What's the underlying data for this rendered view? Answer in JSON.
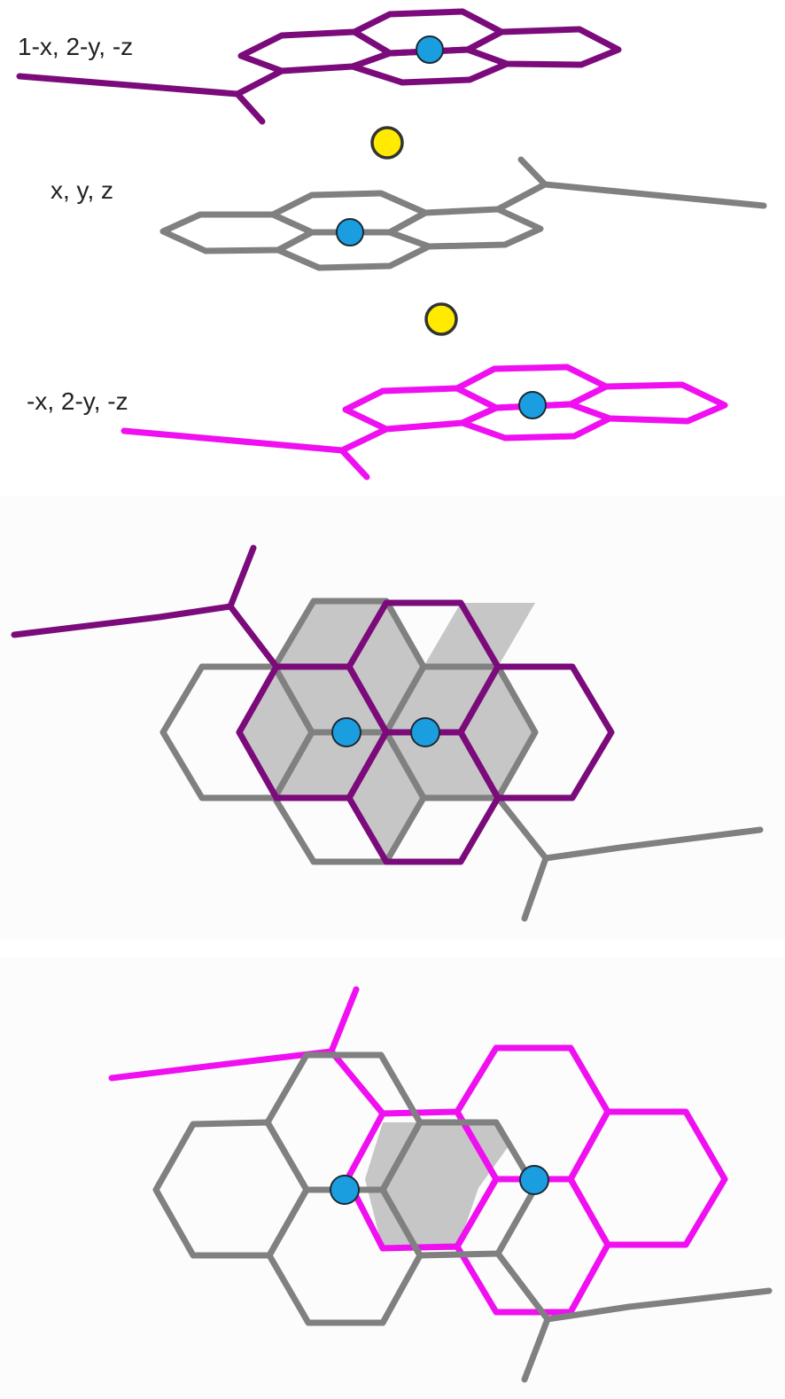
{
  "figure": {
    "top_panel": {
      "labels": {
        "upper_molecule": "1-x, 2-y, -z",
        "middle_molecule": "x, y, z",
        "lower_molecule": "-x, 2-y, -z"
      }
    }
  },
  "colors": {
    "molecule_1-x_2-y_-z": "#7b0a7b",
    "molecule_x_y_z": "#808080",
    "molecule_-x_2-y_-z": "#f00ff0",
    "ring_centroid": "#1b9ee0",
    "cation": "#ffea00",
    "overlap_area": "#c6c6c6"
  }
}
